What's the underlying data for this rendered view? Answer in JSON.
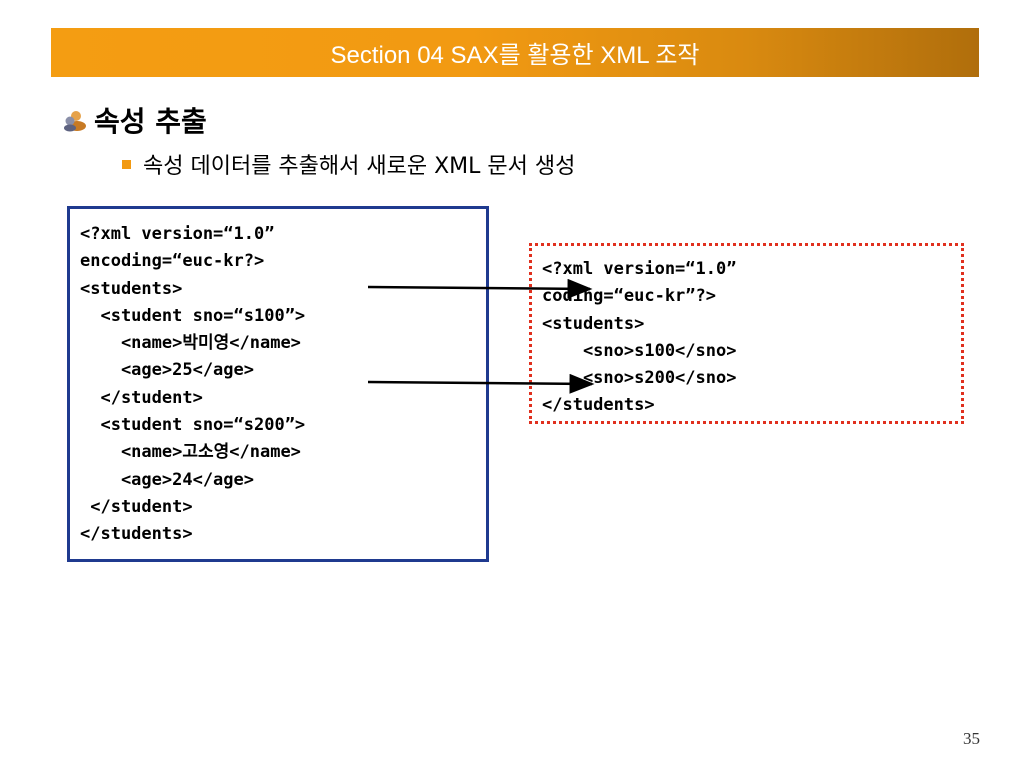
{
  "slide": {
    "title": "Section 04 SAX를 활용한 XML 조작",
    "bullet_level1": "속성 추출",
    "bullet_level2": "속성 데이터를 추출해서 새로운 XML 문서 생성",
    "left_code": [
      "<?xml version=“1.0”",
      "encoding=“euc-kr?>",
      "<students>",
      "  <student sno=“s100”>",
      "    <name>박미영</name>",
      "    <age>25</age>",
      "  </student>",
      "  <student sno=“s200”>",
      "    <name>고소영</name>",
      "    <age>24</age>",
      " </student>",
      "</students>"
    ],
    "right_code": [
      "<?xml version=“1.0”",
      "coding=“euc-kr”?>",
      "<students>",
      "    <sno>s100</sno>",
      "    <sno>s200</sno>",
      "</students>"
    ],
    "page_number": "35",
    "colors": {
      "title_bar": "#f29a12",
      "left_box_border": "#1f3a8f",
      "right_box_border": "#e0301e",
      "bullet_square": "#f29a12"
    },
    "icons": {
      "bullet_level1": "person-bullet-icon",
      "bullet_level2": "square-bullet-icon"
    }
  }
}
